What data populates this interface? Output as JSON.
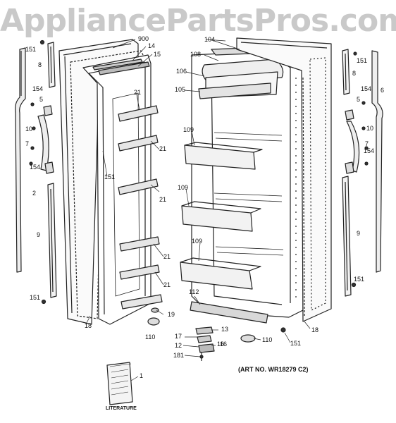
{
  "watermark": "AppliancePartsPros.com",
  "art_number": "(ART NO. WR18279 C2)",
  "literature_caption": "LITERATURE",
  "callouts": [
    {
      "id": "c900",
      "text": "900"
    },
    {
      "id": "c14",
      "text": "14"
    },
    {
      "id": "c15",
      "text": "15"
    },
    {
      "id": "c21a",
      "text": "21"
    },
    {
      "id": "c21b",
      "text": "21"
    },
    {
      "id": "c21c",
      "text": "21"
    },
    {
      "id": "c21d",
      "text": "21"
    },
    {
      "id": "c21e",
      "text": "21"
    },
    {
      "id": "c151a",
      "text": "151"
    },
    {
      "id": "c8a",
      "text": "8"
    },
    {
      "id": "c154a",
      "text": "154"
    },
    {
      "id": "c5a",
      "text": "5"
    },
    {
      "id": "c10a",
      "text": "10"
    },
    {
      "id": "c7a",
      "text": "7"
    },
    {
      "id": "c154b",
      "text": "154"
    },
    {
      "id": "c2",
      "text": "2"
    },
    {
      "id": "c9a",
      "text": "9"
    },
    {
      "id": "c151b",
      "text": "151"
    },
    {
      "id": "c151c",
      "text": "151"
    },
    {
      "id": "c18a",
      "text": "18"
    },
    {
      "id": "c19",
      "text": "19"
    },
    {
      "id": "c110a",
      "text": "110"
    },
    {
      "id": "c16a",
      "text": "16"
    },
    {
      "id": "c104",
      "text": "104"
    },
    {
      "id": "c108",
      "text": "108"
    },
    {
      "id": "c106",
      "text": "106"
    },
    {
      "id": "c105",
      "text": "105"
    },
    {
      "id": "c109a",
      "text": "109"
    },
    {
      "id": "c109b",
      "text": "109"
    },
    {
      "id": "c109c",
      "text": "109"
    },
    {
      "id": "c112",
      "text": "112"
    },
    {
      "id": "c13",
      "text": "13"
    },
    {
      "id": "c17",
      "text": "17"
    },
    {
      "id": "c16b",
      "text": "16"
    },
    {
      "id": "c12",
      "text": "12"
    },
    {
      "id": "c181",
      "text": "181"
    },
    {
      "id": "c110b",
      "text": "110"
    },
    {
      "id": "c151d",
      "text": "151"
    },
    {
      "id": "c18b",
      "text": "18"
    },
    {
      "id": "c8b",
      "text": "8"
    },
    {
      "id": "c151e",
      "text": "151"
    },
    {
      "id": "c6",
      "text": "6"
    },
    {
      "id": "c154c",
      "text": "154"
    },
    {
      "id": "c5b",
      "text": "5"
    },
    {
      "id": "c10b",
      "text": "10"
    },
    {
      "id": "c7b",
      "text": "7"
    },
    {
      "id": "c154d",
      "text": "154"
    },
    {
      "id": "c9b",
      "text": "9"
    },
    {
      "id": "c151f",
      "text": "151"
    },
    {
      "id": "c1",
      "text": "1"
    }
  ]
}
